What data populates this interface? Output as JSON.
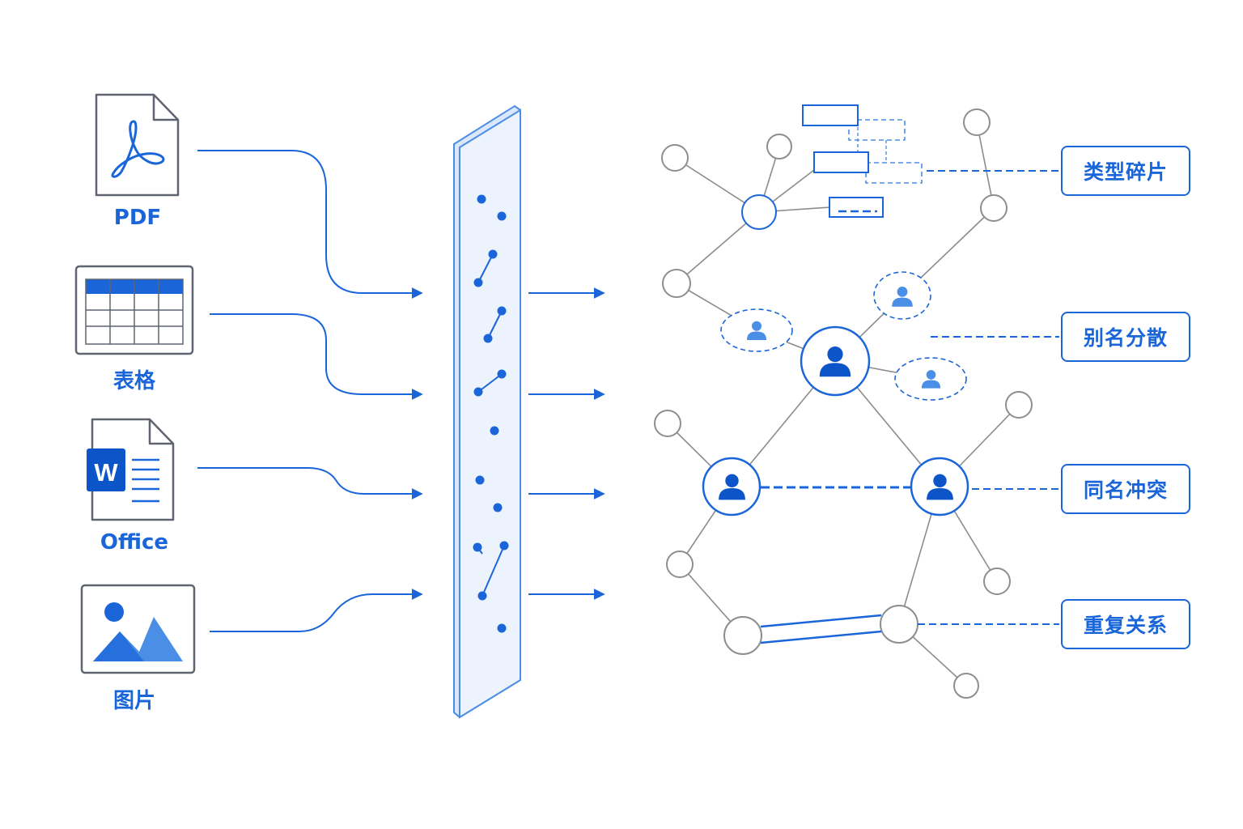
{
  "colors": {
    "accent": "#1a66d9",
    "accent_dark": "#0b55c8",
    "accent_light": "#4b8ee6",
    "node_stroke": "#8e8e8e",
    "edge": "#8c8c8c",
    "panel_fill": "#edf3fd",
    "icon_gray": "#5f6470"
  },
  "sources": [
    {
      "label": "PDF",
      "icon": "pdf-file-icon"
    },
    {
      "label": "表格",
      "icon": "spreadsheet-icon"
    },
    {
      "label": "Office",
      "icon": "word-document-icon",
      "badge": "W"
    },
    {
      "label": "图片",
      "icon": "image-icon"
    }
  ],
  "issues": [
    {
      "label": "类型碎片"
    },
    {
      "label": "别名分散"
    },
    {
      "label": "同名冲突"
    },
    {
      "label": "重复关系"
    }
  ]
}
